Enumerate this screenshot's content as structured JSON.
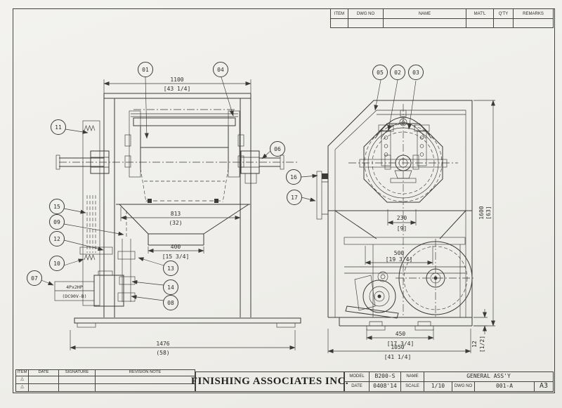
{
  "paper": {
    "sheet_size": "A3"
  },
  "company": {
    "name": "FINISHING ASSOCIATES INC."
  },
  "parts_table": {
    "headers": {
      "item": "ITEM",
      "dwg_no": "DWG NO",
      "name": "NAME",
      "matl": "MAT'L",
      "qty": "Q'TY",
      "remarks": "REMARKS"
    }
  },
  "revision_table": {
    "headers": {
      "item": "ITEM",
      "date": "DATE",
      "signature": "SIGNATURE",
      "revision_note": "REVISION NOTE"
    },
    "rows": [
      {
        "mark": "△"
      },
      {
        "mark": "△"
      }
    ]
  },
  "title_block": {
    "model_label": "MODEL",
    "model_value": "B200-S",
    "name_label": "NAME",
    "name_value": "GENERAL ASS'Y",
    "date_label": "DATE",
    "date_value": "0408'14",
    "scale_label": "SCALE",
    "scale_value": "1/10",
    "dwg_label": "DWG NO",
    "dwg_value": "001-A"
  },
  "motor": {
    "line1": "4Px2HP",
    "line2": "(DC90V-B)"
  },
  "balloons": {
    "b01": "01",
    "b02": "02",
    "b03": "03",
    "b04": "04",
    "b05": "05",
    "b06": "06",
    "b07": "07",
    "b08": "08",
    "b09": "09",
    "b10": "10",
    "b11": "11",
    "b12": "12",
    "b13": "13",
    "b14": "14",
    "b15": "15",
    "b16": "16",
    "b17": "17"
  },
  "dims": {
    "d1100": {
      "mm": "1100",
      "in": "[43 1/4]"
    },
    "d813": {
      "mm": "813",
      "in": "(32)"
    },
    "d400": {
      "mm": "400",
      "in": "[15 3/4]"
    },
    "d1476": {
      "mm": "1476",
      "in": "(58)"
    },
    "d230": {
      "mm": "230",
      "in": "[9]"
    },
    "d500": {
      "mm": "500",
      "in": "[19 3/4]"
    },
    "d1600": {
      "mm": "1600",
      "in": "[63]"
    },
    "d450": {
      "mm": "450",
      "in": "[17 3/4]"
    },
    "d1050": {
      "mm": "1050",
      "in": "[41 1/4]"
    },
    "d12": {
      "mm": "12",
      "in": "[1/2]"
    }
  }
}
